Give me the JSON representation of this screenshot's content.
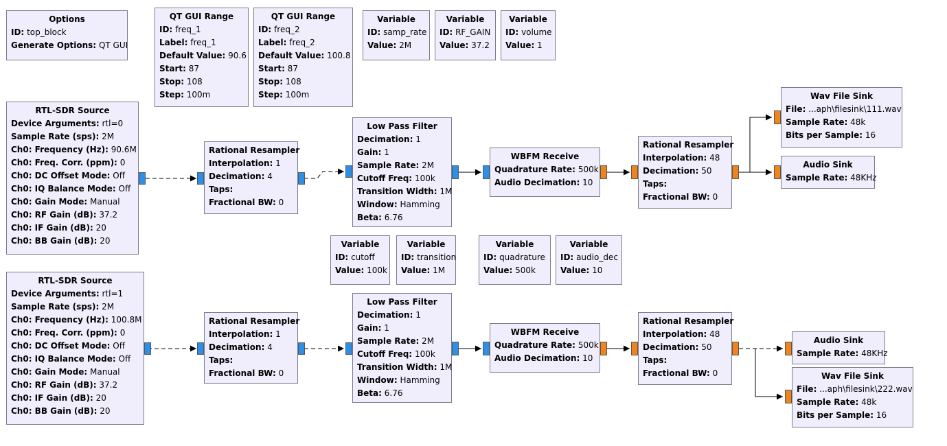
{
  "port_colors": {
    "complex": "#2c8fe8",
    "float": "#f08419"
  },
  "blocks": {
    "options": {
      "title": "Options",
      "params": [
        {
          "k": "ID:",
          "v": "top_block"
        },
        {
          "k": "Generate Options:",
          "v": "QT GUI"
        }
      ]
    },
    "qt_range_1": {
      "title": "QT GUI Range",
      "params": [
        {
          "k": "ID:",
          "v": "freq_1"
        },
        {
          "k": "Label:",
          "v": "freq_1"
        },
        {
          "k": "Default Value:",
          "v": "90.6"
        },
        {
          "k": "Start:",
          "v": "87"
        },
        {
          "k": "Stop:",
          "v": "108"
        },
        {
          "k": "Step:",
          "v": "100m"
        }
      ]
    },
    "qt_range_2": {
      "title": "QT GUI Range",
      "params": [
        {
          "k": "ID:",
          "v": "freq_2"
        },
        {
          "k": "Label:",
          "v": "freq_2"
        },
        {
          "k": "Default Value:",
          "v": "100.8"
        },
        {
          "k": "Start:",
          "v": "87"
        },
        {
          "k": "Stop:",
          "v": "108"
        },
        {
          "k": "Step:",
          "v": "100m"
        }
      ]
    },
    "var_samp_rate": {
      "title": "Variable",
      "params": [
        {
          "k": "ID:",
          "v": "samp_rate"
        },
        {
          "k": "Value:",
          "v": "2M"
        }
      ]
    },
    "var_rf_gain": {
      "title": "Variable",
      "params": [
        {
          "k": "ID:",
          "v": "RF_GAIN"
        },
        {
          "k": "Value:",
          "v": "37.2"
        }
      ]
    },
    "var_volume": {
      "title": "Variable",
      "params": [
        {
          "k": "ID:",
          "v": "volume"
        },
        {
          "k": "Value:",
          "v": "1"
        }
      ]
    },
    "rtl_1": {
      "title": "RTL-SDR Source",
      "params": [
        {
          "k": "Device Arguments:",
          "v": "rtl=0"
        },
        {
          "k": "Sample Rate (sps):",
          "v": "2M"
        },
        {
          "k": "Ch0: Frequency (Hz):",
          "v": "90.6M"
        },
        {
          "k": "Ch0: Freq. Corr. (ppm):",
          "v": "0"
        },
        {
          "k": "Ch0: DC Offset Mode:",
          "v": "Off"
        },
        {
          "k": "Ch0: IQ Balance Mode:",
          "v": "Off"
        },
        {
          "k": "Ch0: Gain Mode:",
          "v": "Manual"
        },
        {
          "k": "Ch0: RF Gain (dB):",
          "v": "37.2"
        },
        {
          "k": "Ch0: IF Gain (dB):",
          "v": "20"
        },
        {
          "k": "Ch0: BB Gain (dB):",
          "v": "20"
        }
      ]
    },
    "resamp_1a": {
      "title": "Rational Resampler",
      "params": [
        {
          "k": "Interpolation:",
          "v": "1"
        },
        {
          "k": "Decimation:",
          "v": "4"
        },
        {
          "k": "Taps:",
          "v": ""
        },
        {
          "k": "Fractional BW:",
          "v": "0"
        }
      ]
    },
    "lpf_1": {
      "title": "Low Pass Filter",
      "params": [
        {
          "k": "Decimation:",
          "v": "1"
        },
        {
          "k": "Gain:",
          "v": "1"
        },
        {
          "k": "Sample Rate:",
          "v": "2M"
        },
        {
          "k": "Cutoff Freq:",
          "v": "100k"
        },
        {
          "k": "Transition Width:",
          "v": "1M"
        },
        {
          "k": "Window:",
          "v": "Hamming"
        },
        {
          "k": "Beta:",
          "v": "6.76"
        }
      ]
    },
    "wbfm_1": {
      "title": "WBFM Receive",
      "params": [
        {
          "k": "Quadrature Rate:",
          "v": "500k"
        },
        {
          "k": "Audio Decimation:",
          "v": "10"
        }
      ]
    },
    "resamp_1b": {
      "title": "Rational Resampler",
      "params": [
        {
          "k": "Interpolation:",
          "v": "48"
        },
        {
          "k": "Decimation:",
          "v": "50"
        },
        {
          "k": "Taps:",
          "v": ""
        },
        {
          "k": "Fractional BW:",
          "v": "0"
        }
      ]
    },
    "wav_1": {
      "title": "Wav File Sink",
      "params": [
        {
          "k": "File:",
          "v": "...aph\\filesink\\111.wav"
        },
        {
          "k": "Sample Rate:",
          "v": "48k"
        },
        {
          "k": "Bits per Sample:",
          "v": "16"
        }
      ]
    },
    "audio_1": {
      "title": "Audio Sink",
      "params": [
        {
          "k": "Sample Rate:",
          "v": "48KHz"
        }
      ]
    },
    "var_cutoff": {
      "title": "Variable",
      "params": [
        {
          "k": "ID:",
          "v": "cutoff"
        },
        {
          "k": "Value:",
          "v": "100k"
        }
      ]
    },
    "var_transition": {
      "title": "Variable",
      "params": [
        {
          "k": "ID:",
          "v": "transition"
        },
        {
          "k": "Value:",
          "v": "1M"
        }
      ]
    },
    "var_quadrature": {
      "title": "Variable",
      "params": [
        {
          "k": "ID:",
          "v": "quadrature"
        },
        {
          "k": "Value:",
          "v": "500k"
        }
      ]
    },
    "var_audio_dec": {
      "title": "Variable",
      "params": [
        {
          "k": "ID:",
          "v": "audio_dec"
        },
        {
          "k": "Value:",
          "v": "10"
        }
      ]
    },
    "rtl_2": {
      "title": "RTL-SDR Source",
      "params": [
        {
          "k": "Device Arguments:",
          "v": "rtl=1"
        },
        {
          "k": "Sample Rate (sps):",
          "v": "2M"
        },
        {
          "k": "Ch0: Frequency (Hz):",
          "v": "100.8M"
        },
        {
          "k": "Ch0: Freq. Corr. (ppm):",
          "v": "0"
        },
        {
          "k": "Ch0: DC Offset Mode:",
          "v": "Off"
        },
        {
          "k": "Ch0: IQ Balance Mode:",
          "v": "Off"
        },
        {
          "k": "Ch0: Gain Mode:",
          "v": "Manual"
        },
        {
          "k": "Ch0: RF Gain (dB):",
          "v": "37.2"
        },
        {
          "k": "Ch0: IF Gain (dB):",
          "v": "20"
        },
        {
          "k": "Ch0: BB Gain (dB):",
          "v": "20"
        }
      ]
    },
    "resamp_2a": {
      "title": "Rational Resampler",
      "params": [
        {
          "k": "Interpolation:",
          "v": "1"
        },
        {
          "k": "Decimation:",
          "v": "4"
        },
        {
          "k": "Taps:",
          "v": ""
        },
        {
          "k": "Fractional BW:",
          "v": "0"
        }
      ]
    },
    "lpf_2": {
      "title": "Low Pass Filter",
      "params": [
        {
          "k": "Decimation:",
          "v": "1"
        },
        {
          "k": "Gain:",
          "v": "1"
        },
        {
          "k": "Sample Rate:",
          "v": "2M"
        },
        {
          "k": "Cutoff Freq:",
          "v": "100k"
        },
        {
          "k": "Transition Width:",
          "v": "1M"
        },
        {
          "k": "Window:",
          "v": "Hamming"
        },
        {
          "k": "Beta:",
          "v": "6.76"
        }
      ]
    },
    "wbfm_2": {
      "title": "WBFM Receive",
      "params": [
        {
          "k": "Quadrature Rate:",
          "v": "500k"
        },
        {
          "k": "Audio Decimation:",
          "v": "10"
        }
      ]
    },
    "resamp_2b": {
      "title": "Rational Resampler",
      "params": [
        {
          "k": "Interpolation:",
          "v": "48"
        },
        {
          "k": "Decimation:",
          "v": "50"
        },
        {
          "k": "Taps:",
          "v": ""
        },
        {
          "k": "Fractional BW:",
          "v": "0"
        }
      ]
    },
    "audio_2": {
      "title": "Audio Sink",
      "params": [
        {
          "k": "Sample Rate:",
          "v": "48KHz"
        }
      ]
    },
    "wav_2": {
      "title": "Wav File Sink",
      "params": [
        {
          "k": "File:",
          "v": "...aph\\filesink\\222.wav"
        },
        {
          "k": "Sample Rate:",
          "v": "48k"
        },
        {
          "k": "Bits per Sample:",
          "v": "16"
        }
      ]
    }
  }
}
